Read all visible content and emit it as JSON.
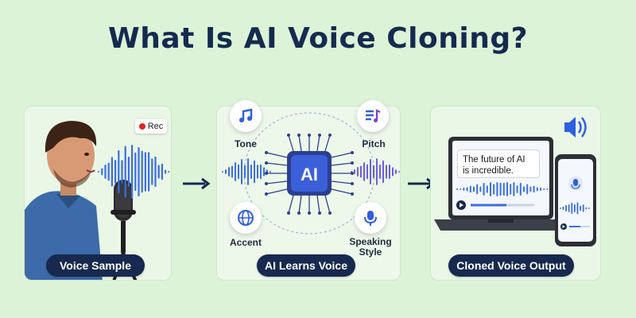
{
  "title": "What Is AI Voice Cloning?",
  "panel1": {
    "rec_label": "Rec",
    "caption": "Voice Sample"
  },
  "panel2": {
    "chip_label": "AI",
    "traits": {
      "tone": "Tone",
      "pitch": "Pitch",
      "accent": "Accent",
      "speaking_style": "Speaking\nStyle"
    },
    "caption": "AI Learns Voice"
  },
  "panel3": {
    "screen_text": "The future of AI is incredible.",
    "caption": "Cloned Voice Output"
  },
  "colors": {
    "background": "#dcf3d7",
    "title": "#142a4f",
    "pill": "#17294f",
    "wave_blue": "#3b6fe0",
    "chip": "#3a5fd8",
    "trait_icon": "#2f5fe0"
  },
  "icons": [
    "music-note-icon",
    "music-list-icon",
    "globe-icon",
    "microphone-icon",
    "speaker-icon",
    "ai-chip-icon",
    "arrow-right-icon"
  ]
}
